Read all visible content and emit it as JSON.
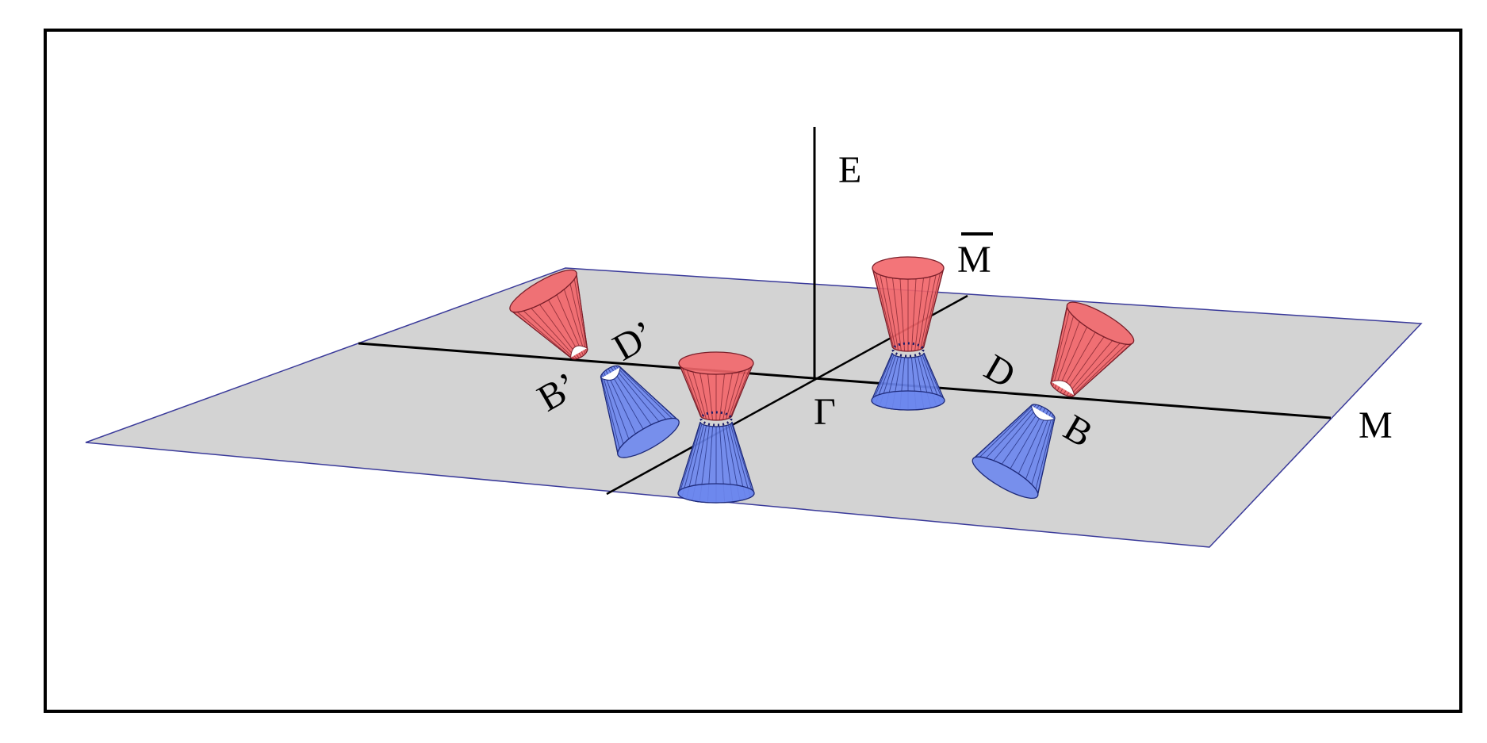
{
  "diagram": {
    "labels": {
      "energy_axis": "E",
      "gamma": "Γ",
      "m": "M",
      "m_bar": "M",
      "b": "B",
      "d": "D",
      "b_prime": "B’",
      "d_prime": "D’"
    },
    "colors": {
      "plane_fill": "#d3d3d3",
      "plane_edge": "#3a3a9a",
      "upper_cone": "#f2666a",
      "lower_cone": "#6d87ee",
      "cone_line": "#7a1f2a",
      "lower_cone_line": "#1e2a7a",
      "axis": "#000000",
      "frame": "#000000"
    },
    "cones": [
      {
        "name": "gamma-dirac-cone",
        "shape": "full"
      },
      {
        "name": "m-bar-dirac-cone",
        "shape": "full"
      },
      {
        "name": "b-d-dirac-cone",
        "shape": "split"
      },
      {
        "name": "b-prime-d-prime-dirac-cone",
        "shape": "split"
      }
    ]
  }
}
